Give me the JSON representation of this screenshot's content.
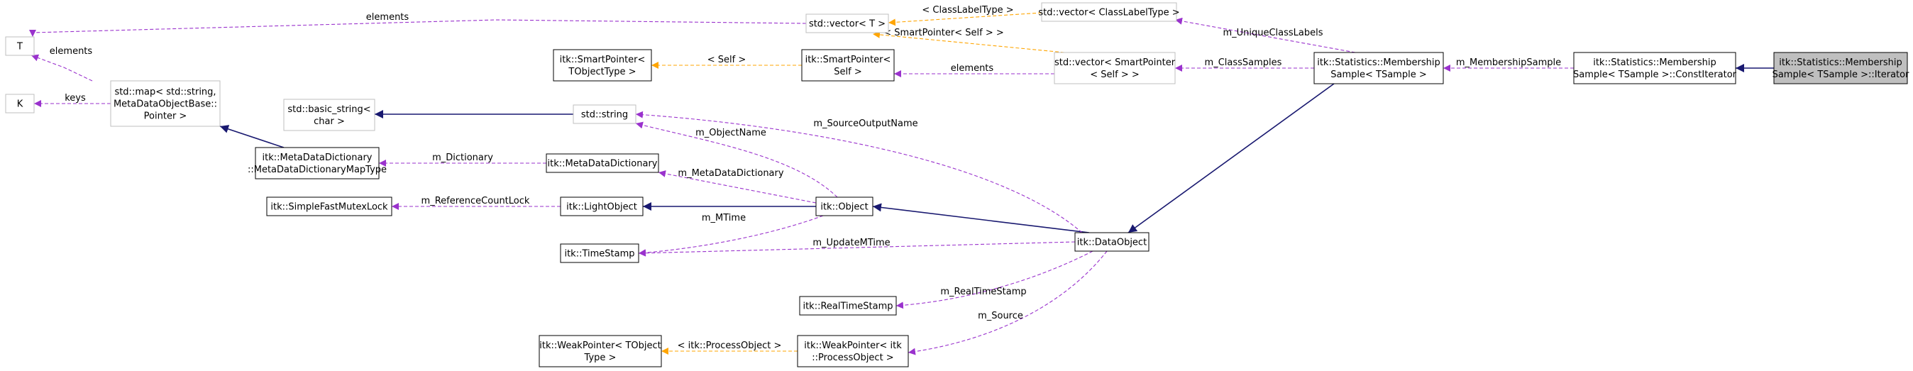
{
  "colors": {
    "inheritance": "#191970",
    "usage": "#9a32cd",
    "template": "#ffa500",
    "node_border_dark": "#000000",
    "node_border_light": "#bfbfbf",
    "highlight_fill": "#bfbfbf"
  },
  "nodes": [
    {
      "id": "T",
      "lines": [
        "T"
      ],
      "style": "light"
    },
    {
      "id": "K",
      "lines": [
        "K"
      ],
      "style": "light"
    },
    {
      "id": "vecT",
      "lines": [
        "std::vector< T >"
      ],
      "style": "light"
    },
    {
      "id": "vecCLT",
      "lines": [
        "std::vector< ClassLabelType >"
      ],
      "style": "light"
    },
    {
      "id": "spTObj",
      "lines": [
        "itk::SmartPointer<",
        "TObjectType >"
      ],
      "style": "dark"
    },
    {
      "id": "spSelf",
      "lines": [
        "itk::SmartPointer<",
        "Self >"
      ],
      "style": "dark"
    },
    {
      "id": "vecSP",
      "lines": [
        "std::vector< SmartPointer",
        "< Self > >"
      ],
      "style": "light"
    },
    {
      "id": "msTS",
      "lines": [
        "itk::Statistics::Membership",
        "Sample< TSample >"
      ],
      "style": "dark"
    },
    {
      "id": "constIt",
      "lines": [
        "itk::Statistics::Membership",
        "Sample< TSample >::ConstIterator"
      ],
      "style": "dark"
    },
    {
      "id": "iter",
      "lines": [
        "itk::Statistics::Membership",
        "Sample< TSample >::Iterator"
      ],
      "style": "highlight"
    },
    {
      "id": "map",
      "lines": [
        "std::map< std::string,",
        "MetaDataObjectBase::",
        "Pointer >"
      ],
      "style": "light"
    },
    {
      "id": "basicStr",
      "lines": [
        "std::basic_string<",
        "char >"
      ],
      "style": "light"
    },
    {
      "id": "str",
      "lines": [
        "std::string"
      ],
      "style": "light"
    },
    {
      "id": "mddType",
      "lines": [
        "itk::MetaDataDictionary",
        "::MetaDataDictionaryMapType"
      ],
      "style": "dark"
    },
    {
      "id": "mdd",
      "lines": [
        "itk::MetaDataDictionary"
      ],
      "style": "dark"
    },
    {
      "id": "sfml",
      "lines": [
        "itk::SimpleFastMutexLock"
      ],
      "style": "dark"
    },
    {
      "id": "lightObj",
      "lines": [
        "itk::LightObject"
      ],
      "style": "dark"
    },
    {
      "id": "obj",
      "lines": [
        "itk::Object"
      ],
      "style": "dark"
    },
    {
      "id": "ts",
      "lines": [
        "itk::TimeStamp"
      ],
      "style": "dark"
    },
    {
      "id": "dataObj",
      "lines": [
        "itk::DataObject"
      ],
      "style": "dark"
    },
    {
      "id": "rts",
      "lines": [
        "itk::RealTimeStamp"
      ],
      "style": "dark"
    },
    {
      "id": "wpTObj",
      "lines": [
        "itk::WeakPointer< TObject",
        "Type >"
      ],
      "style": "dark"
    },
    {
      "id": "wpPO",
      "lines": [
        "itk::WeakPointer< itk",
        "::ProcessObject >"
      ],
      "style": "dark"
    }
  ],
  "edges": [
    {
      "id": "e-vecT-T",
      "label": "elements",
      "kind": "usage"
    },
    {
      "id": "e-map-T",
      "label": "elements",
      "kind": "usage"
    },
    {
      "id": "e-map-K",
      "label": "keys",
      "kind": "usage"
    },
    {
      "id": "e-vecCLT-vecT",
      "label": "< ClassLabelType >",
      "kind": "template"
    },
    {
      "id": "e-vecSP-vecT",
      "label": "< SmartPointer< Self > >",
      "kind": "template"
    },
    {
      "id": "e-spSelf-spTObj",
      "label": "< Self >",
      "kind": "template"
    },
    {
      "id": "e-vecSP-spSelf",
      "label": "elements",
      "kind": "usage"
    },
    {
      "id": "e-msTS-vecCLT",
      "label": "m_UniqueClassLabels",
      "kind": "usage"
    },
    {
      "id": "e-msTS-vecSP",
      "label": "m_ClassSamples",
      "kind": "usage"
    },
    {
      "id": "e-constIt-msTS",
      "label": "m_MembershipSample",
      "kind": "usage"
    },
    {
      "id": "e-iter-constIt",
      "label": "",
      "kind": "inheritance"
    },
    {
      "id": "e-mddType-map",
      "label": "",
      "kind": "inheritance"
    },
    {
      "id": "e-str-basicStr",
      "label": "",
      "kind": "inheritance"
    },
    {
      "id": "e-mdd-mddType",
      "label": "m_Dictionary",
      "kind": "usage"
    },
    {
      "id": "e-lightObj-sfml",
      "label": "m_ReferenceCountLock",
      "kind": "usage"
    },
    {
      "id": "e-obj-lightObj",
      "label": "",
      "kind": "inheritance"
    },
    {
      "id": "e-obj-str",
      "label": "m_ObjectName",
      "kind": "usage"
    },
    {
      "id": "e-obj-mdd",
      "label": "m_MetaDataDictionary",
      "kind": "usage"
    },
    {
      "id": "e-obj-ts",
      "label": "m_MTime",
      "kind": "usage"
    },
    {
      "id": "e-dataObj-obj",
      "label": "",
      "kind": "inheritance"
    },
    {
      "id": "e-dataObj-str",
      "label": "m_SourceOutputName",
      "kind": "usage"
    },
    {
      "id": "e-dataObj-ts",
      "label": "m_UpdateMTime",
      "kind": "usage"
    },
    {
      "id": "e-dataObj-rts",
      "label": "m_RealTimeStamp",
      "kind": "usage"
    },
    {
      "id": "e-dataObj-wpPO",
      "label": "m_Source",
      "kind": "usage"
    },
    {
      "id": "e-wpPO-wpTObj",
      "label": "< itk::ProcessObject >",
      "kind": "template"
    },
    {
      "id": "e-msTS-dataObj",
      "label": "",
      "kind": "inheritance"
    }
  ]
}
